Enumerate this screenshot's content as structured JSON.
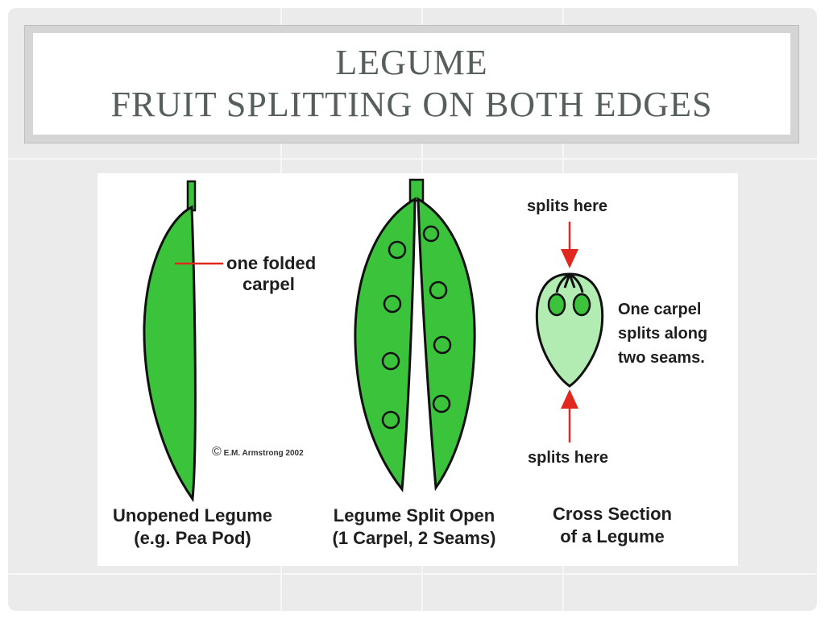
{
  "slide": {
    "title_line1": "LEGUME",
    "title_line2": "FRUIT SPLITTING ON BOTH EDGES"
  },
  "diagram": {
    "unopened": {
      "pointer_label_line1": "one folded",
      "pointer_label_line2": "carpel",
      "caption_line1": "Unopened Legume",
      "caption_line2": "(e.g.  Pea Pod)"
    },
    "split_open": {
      "caption_line1": "Legume Split Open",
      "caption_line2": "(1 Carpel, 2 Seams)"
    },
    "cross_section": {
      "top_label": "splits here",
      "bottom_label": "splits here",
      "side_line1": "One carpel",
      "side_line2": "splits along",
      "side_line3": "two seams.",
      "caption_line1": "Cross Section",
      "caption_line2": "of a Legume"
    },
    "copyright_symbol": "©",
    "copyright_text": "E.M. Armstrong 2002",
    "colors": {
      "pod_green": "#3cc33c",
      "pod_light": "#b2ecb2",
      "outline": "#101010",
      "arrow_red": "#e0281e",
      "title_gray": "#565f5a"
    }
  }
}
